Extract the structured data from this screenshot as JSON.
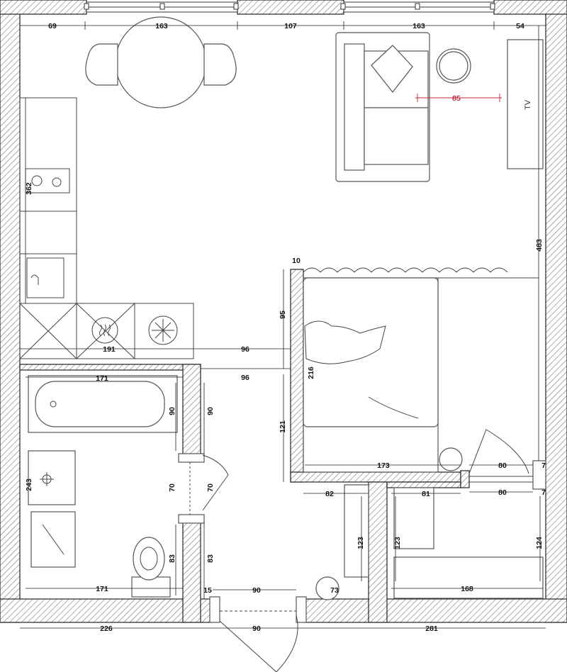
{
  "dimensions": {
    "top_1": "69",
    "top_2": "163",
    "top_3": "107",
    "top_4": "163",
    "top_5": "54",
    "kitchen_left": "362",
    "kitchen_bottom": "191",
    "passage_1": "96",
    "passage_2": "96",
    "right_height": "483",
    "sofa_gap": "85",
    "partition_thickness": "10",
    "bedroom_side": "95",
    "bed_length": "216",
    "corridor_121": "121",
    "bedroom_bottom": "173",
    "closet_door_1": "80",
    "closet_door_2": "80",
    "closet_7a": "7",
    "closet_7b": "7",
    "bath_top": "171",
    "bath_90": "90",
    "bath_left": "243",
    "bath_door_70": "70",
    "bath_83": "83",
    "bath_bottom": "171",
    "hall_90": "90",
    "hall_70": "70",
    "hall_83": "83",
    "hall_82": "82",
    "hall_123": "123",
    "hall_73": "73",
    "hall_15": "15",
    "entry_90": "90",
    "entry_90b": "90",
    "closet_81": "81",
    "closet_123": "123",
    "closet_124": "124",
    "closet_168": "168",
    "bottom_226": "226",
    "bottom_281": "281"
  },
  "labels": {
    "tv": "TV"
  },
  "icons": {
    "hob": "heat-waves-icon",
    "freezer": "snowflake-icon",
    "sink": "faucet-icon"
  },
  "colors": {
    "accent_dimension": "#c0233c",
    "walls": "#222222"
  }
}
